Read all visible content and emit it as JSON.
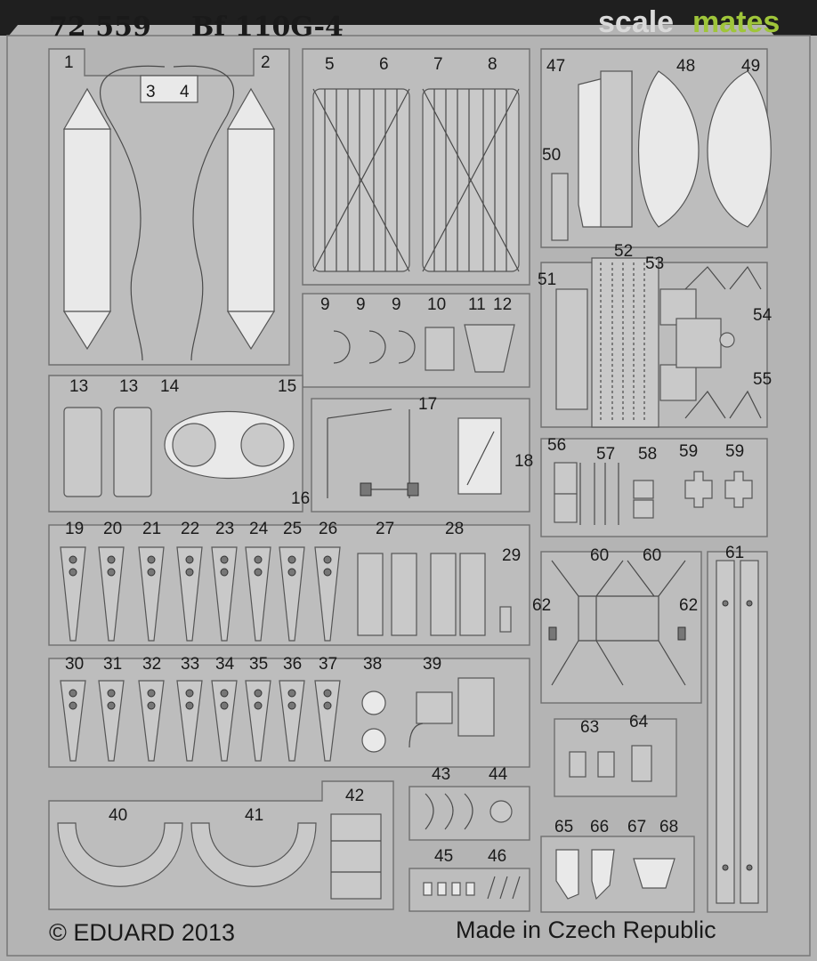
{
  "header": {
    "code": "72 559",
    "model": "Bf 110G-4"
  },
  "watermark": {
    "part1": "scale",
    "part2": "mates",
    "color_green": "#9fc53a"
  },
  "footer": {
    "copyright": "© EDUARD 2013",
    "origin": "Made in Czech Republic"
  },
  "labels": {
    "p1": "1",
    "p2": "2",
    "p3": "3",
    "p4": "4",
    "p5": "5",
    "p6": "6",
    "p7": "7",
    "p8": "8",
    "p9a": "9",
    "p9b": "9",
    "p9c": "9",
    "p10": "10",
    "p11": "11",
    "p12": "12",
    "p13a": "13",
    "p13b": "13",
    "p14": "14",
    "p15": "15",
    "p16": "16",
    "p17": "17",
    "p18": "18",
    "p19": "19",
    "p20": "20",
    "p21": "21",
    "p22": "22",
    "p23": "23",
    "p24": "24",
    "p25": "25",
    "p26": "26",
    "p27": "27",
    "p28": "28",
    "p29": "29",
    "p30": "30",
    "p31": "31",
    "p32": "32",
    "p33": "33",
    "p34": "34",
    "p35": "35",
    "p36": "36",
    "p37": "37",
    "p38": "38",
    "p39": "39",
    "p40": "40",
    "p41": "41",
    "p42": "42",
    "p43": "43",
    "p44": "44",
    "p45": "45",
    "p46": "46",
    "p47": "47",
    "p48": "48",
    "p49": "49",
    "p50": "50",
    "p51": "51",
    "p52": "52",
    "p53": "53",
    "p54": "54",
    "p55": "55",
    "p56": "56",
    "p57": "57",
    "p58": "58",
    "p59a": "59",
    "p59b": "59",
    "p60a": "60",
    "p60b": "60",
    "p61": "61",
    "p62a": "62",
    "p62b": "62",
    "p63": "63",
    "p64": "64",
    "p65": "65",
    "p66": "66",
    "p67": "67",
    "p68": "68"
  }
}
